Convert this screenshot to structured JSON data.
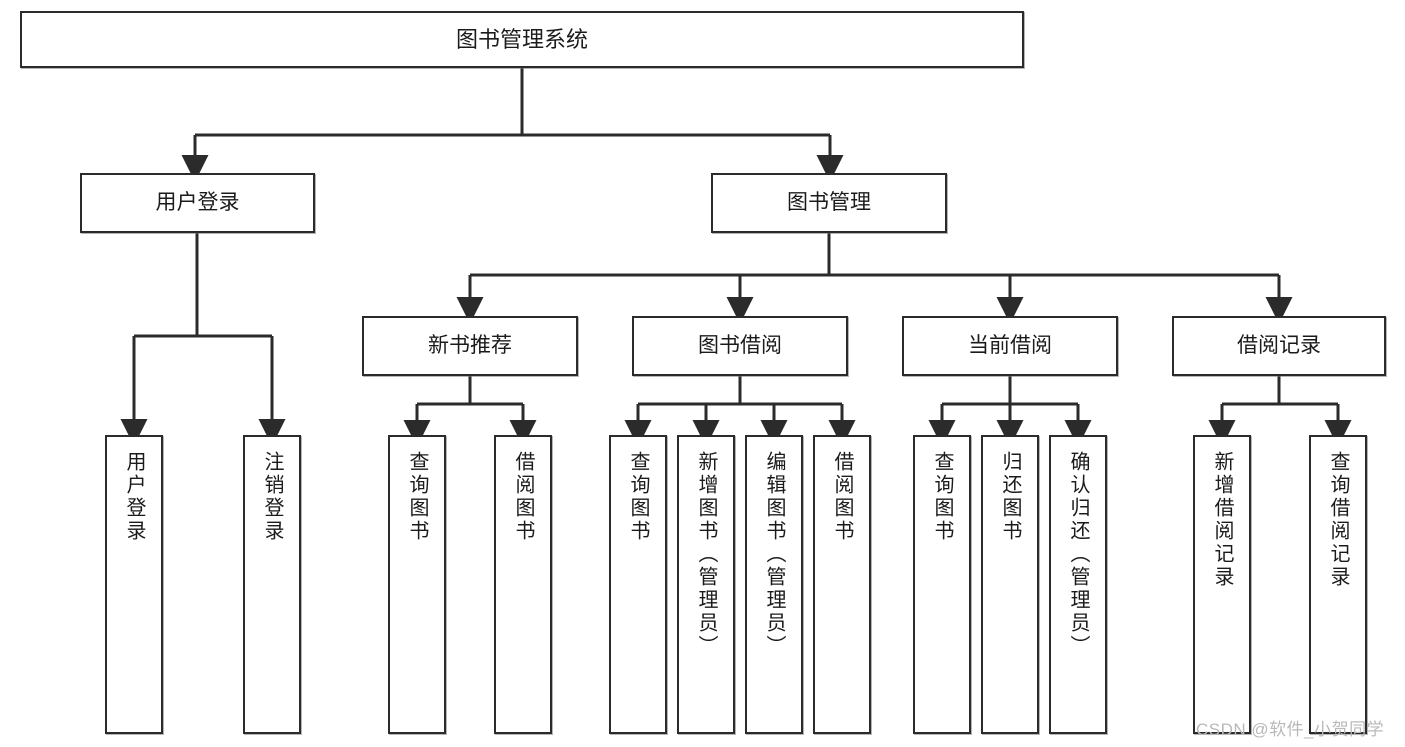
{
  "diagram": {
    "title": "图书管理系统",
    "type": "hierarchy-tree",
    "watermark": "CSDN @软件_小贺同学",
    "colors": {
      "stroke": "#2b2b2b",
      "fill": "#ffffff",
      "text": "#1b1b1b",
      "watermark": "#b9b9b9"
    },
    "nodes": {
      "root": {
        "label": "图书管理系统"
      },
      "level2": [
        {
          "label": "用户登录"
        },
        {
          "label": "图书管理"
        }
      ],
      "level3": [
        {
          "label": "新书推荐"
        },
        {
          "label": "图书借阅"
        },
        {
          "label": "当前借阅"
        },
        {
          "label": "借阅记录"
        }
      ],
      "leaves_user_login": [
        {
          "label": "用户登录"
        },
        {
          "label": "注销登录"
        }
      ],
      "leaves_new_book": [
        {
          "label": "查询图书"
        },
        {
          "label": "借阅图书"
        }
      ],
      "leaves_borrow": [
        {
          "label": "查询图书"
        },
        {
          "label": "新增图书（管理员）"
        },
        {
          "label": "编辑图书（管理员）"
        },
        {
          "label": "借阅图书"
        }
      ],
      "leaves_current": [
        {
          "label": "查询图书"
        },
        {
          "label": "归还图书"
        },
        {
          "label": "确认归还（管理员）"
        }
      ],
      "leaves_record": [
        {
          "label": "新增借阅记录"
        },
        {
          "label": "查询借阅记录"
        }
      ]
    }
  }
}
